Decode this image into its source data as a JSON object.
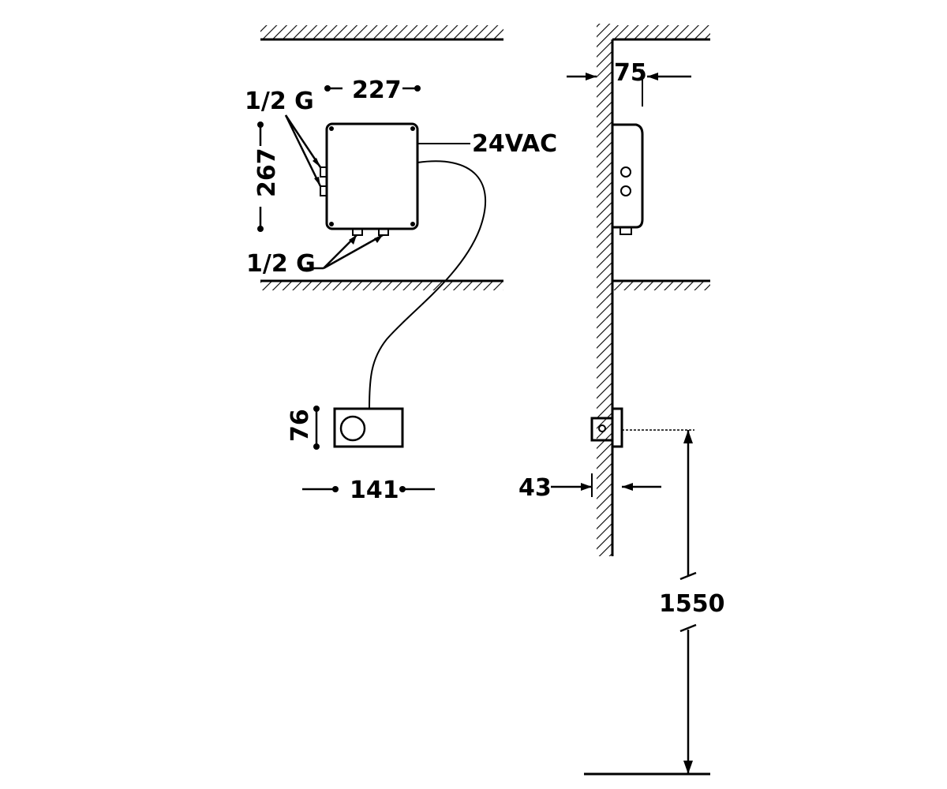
{
  "labels": {
    "connection_top": "1/2 G",
    "connection_bottom": "1/2 G",
    "box_width": "227",
    "box_height": "267",
    "power": "24VAC",
    "sensor_height": "76",
    "sensor_width": "141",
    "box_depth": "75",
    "sensor_depth": "43",
    "mount_height": "1550"
  },
  "colors": {
    "line": "#000000",
    "background": "#ffffff"
  }
}
